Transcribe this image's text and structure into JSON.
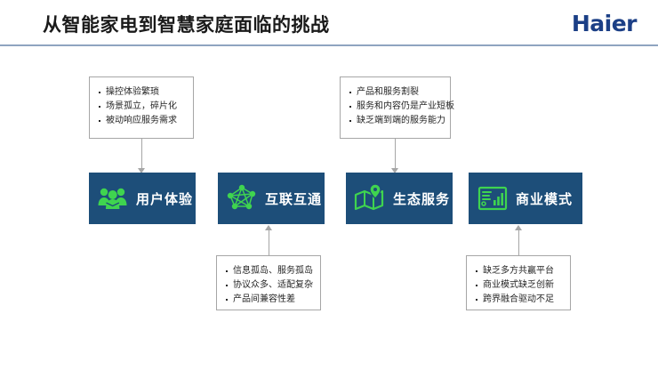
{
  "header": {
    "title": "从智能家电到智慧家庭面临的挑战",
    "brand": "Haier"
  },
  "colors": {
    "pillar_bg": "#1d4e79",
    "pillar_icon": "#3fd44f",
    "brand": "#1b3f86",
    "rule": "#8fa4c0",
    "note_border": "#a6a6a6"
  },
  "pillars": [
    {
      "label": "用户体验",
      "icon": "people-group-icon"
    },
    {
      "label": "互联互通",
      "icon": "network-nodes-icon"
    },
    {
      "label": "生态服务",
      "icon": "map-pin-icon"
    },
    {
      "label": "商业模式",
      "icon": "dashboard-chart-icon"
    }
  ],
  "notes": {
    "top_left": {
      "lines": [
        "操控体验繁琐",
        "场景孤立，碎片化",
        "被动响应服务需求"
      ]
    },
    "top_right": {
      "lines": [
        "产品和服务割裂",
        "服务和内容仍是产业短板",
        "缺乏端到端的服务能力"
      ]
    },
    "bottom_left": {
      "lines": [
        "信息孤岛、服务孤岛",
        "协议众多、适配复杂",
        "产品间兼容性差"
      ]
    },
    "bottom_right": {
      "lines": [
        "缺乏多方共赢平台",
        "商业模式缺乏创新",
        "跨界融合驱动不足"
      ]
    }
  }
}
